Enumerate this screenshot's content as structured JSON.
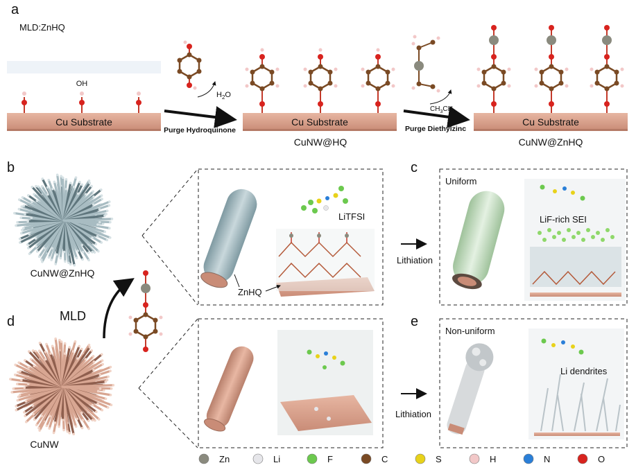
{
  "panels": {
    "a": "a",
    "b": "b",
    "c": "c",
    "d": "d",
    "e": "e"
  },
  "panel_a": {
    "title": "MLD:ZnHQ",
    "oh_label": "OH",
    "substrate_label": "Cu Substrate",
    "step1_label": "Purge Hydroquinone",
    "step1_byproduct": "H",
    "step1_byproduct_sub": "2",
    "step1_byproduct_end": "O",
    "step2_label": "Purge Diethylzinc",
    "step2_byproduct": "CH",
    "step2_byproduct_sub": "3",
    "step2_byproduct_mid": "CH",
    "step2_byproduct_sub2": "3",
    "caption_hq": "CuNW@HQ",
    "caption_znhq": "CuNW@ZnHQ"
  },
  "panel_b": {
    "caption": "CuNW@ZnHQ",
    "salt_label": "LiTFSI",
    "coating_label": "ZnHQ"
  },
  "mld_label": "MLD",
  "panel_c": {
    "title": "Uniform",
    "sei_label": "LiF-rich SEI"
  },
  "panel_d": {
    "caption": "CuNW"
  },
  "panel_e": {
    "title": "Non-uniform",
    "dendrite_label": "Li dendrites"
  },
  "lithiation_label": "Lithiation",
  "legend": [
    {
      "symbol": "Zn",
      "color": "#8a8a7e"
    },
    {
      "symbol": "Li",
      "color": "#e6e6ea"
    },
    {
      "symbol": "F",
      "color": "#6cc94e"
    },
    {
      "symbol": "C",
      "color": "#7a4a24"
    },
    {
      "symbol": "S",
      "color": "#e8d21a"
    },
    {
      "symbol": "H",
      "color": "#f2c8c8"
    },
    {
      "symbol": "N",
      "color": "#2a7fd8"
    },
    {
      "symbol": "O",
      "color": "#d8231e"
    }
  ],
  "colors": {
    "copper": "#d9a08a",
    "copper_dark": "#b57a66",
    "coated": "#9fb2b8",
    "sei": "#cfe5cc"
  }
}
